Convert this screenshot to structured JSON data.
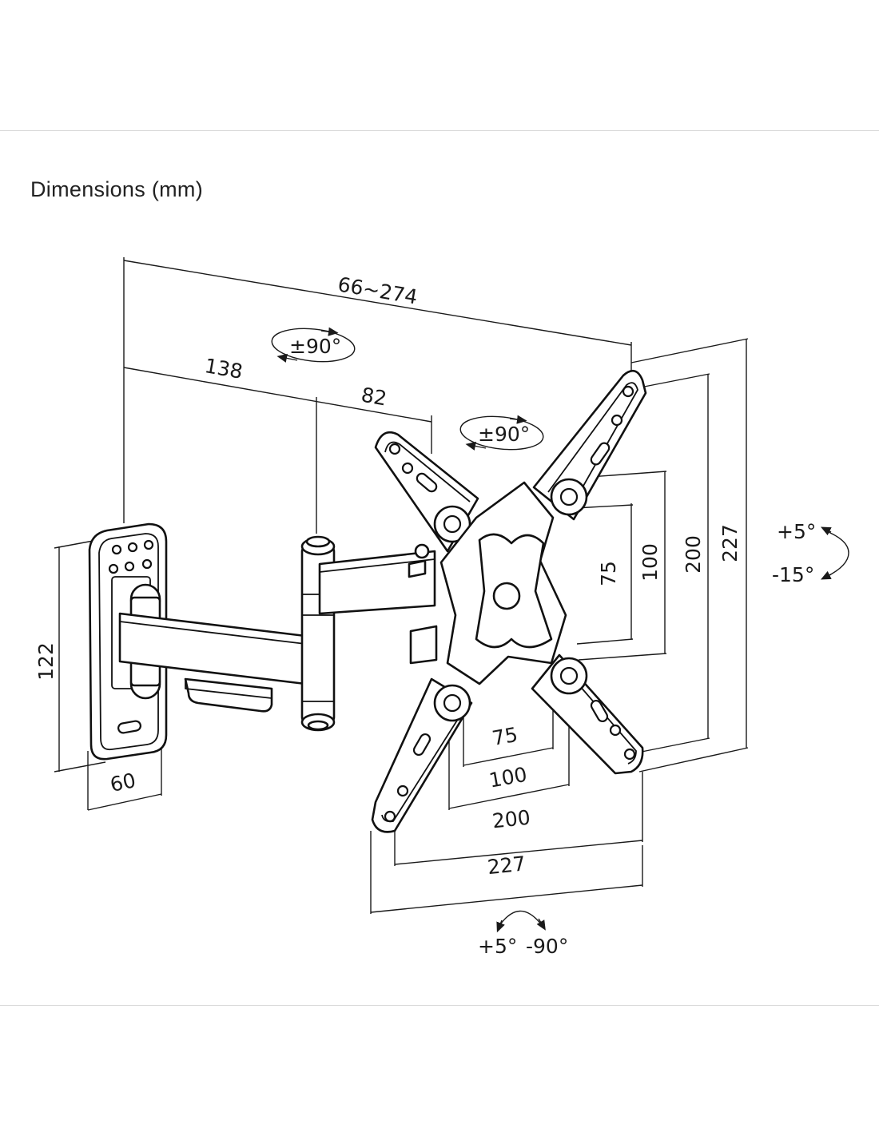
{
  "title": "Dimensions (mm)",
  "dimensions": {
    "arm_reach": "66~274",
    "arm_segment_1": "138",
    "arm_segment_2": "82",
    "wall_plate_height": "122",
    "wall_plate_width": "60",
    "vesa_h_75": "75",
    "vesa_h_100": "100",
    "vesa_h_200": "200",
    "plate_width": "227",
    "vesa_v_75": "75",
    "vesa_v_100": "100",
    "vesa_v_200": "200",
    "plate_height": "227"
  },
  "rotations": {
    "arm_swivel": "±90°",
    "head_swivel": "±90°",
    "tilt_up": "+5°",
    "tilt_down": "-15°",
    "rotate_plus": "+5°",
    "rotate_minus": "-90°"
  }
}
